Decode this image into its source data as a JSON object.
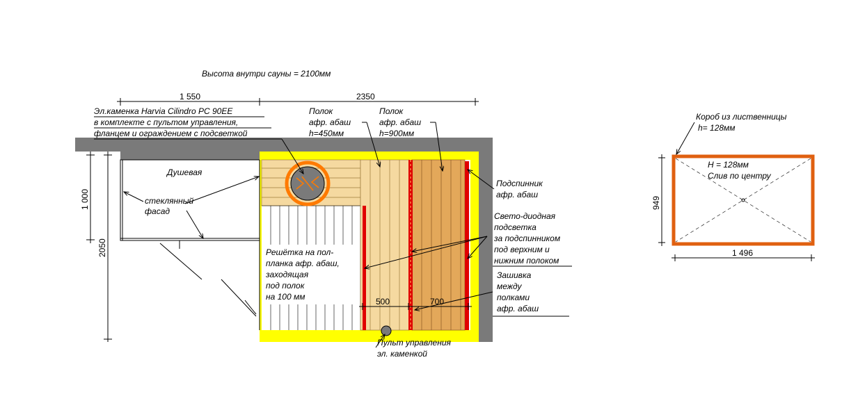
{
  "colors": {
    "wall": "#7a7a7a",
    "yellow": "#ffff00",
    "wood_light": "#f5d9a0",
    "wood_dark": "#e3a85a",
    "led": "#e00000",
    "box": "#e06010",
    "heater_ring": "#ff7a00",
    "heater_body": "#7a7a7a"
  },
  "title": "Высота внутри сауны = 2100мм",
  "dims": {
    "top_left": "1 550",
    "top_right": "2350",
    "left_1000": "1 000",
    "left_2050": "2050",
    "shelf_500": "500",
    "shelf_700": "700",
    "box_width": "1 496",
    "box_height": "949"
  },
  "labels": {
    "heater": [
      "Эл.каменка Harvia Cilindro PC  90EE",
      "в комплекте с пультом управления,",
      "фланцем и ограждением с подсветкой"
    ],
    "shelf450": [
      "Полок",
      "афр. абаш",
      "h=450мм"
    ],
    "shelf900": [
      "Полок",
      "афр. абаш",
      "h=900мм"
    ],
    "shower": "Душевая",
    "glass": [
      "стеклянный",
      "фасад"
    ],
    "grate": [
      "Решётка на пол-",
      "планка афр. абаш,",
      "заходящая",
      "под полок",
      "на 100 мм"
    ],
    "backrest": [
      "Подспинник",
      "афр. абаш"
    ],
    "led": [
      "Свето-диодная",
      "подсветка",
      "за подспинником",
      "под верхним и",
      "нижним полоком"
    ],
    "sheathing": [
      "Зашивка",
      "между",
      "полками",
      "афр. абаш"
    ],
    "control": [
      "Пульт управления",
      "эл. каменкой"
    ],
    "box_title": [
      "Короб из лиственницы",
      "h= 128мм"
    ],
    "box_inner": [
      "H = 128мм",
      "Слив по центру"
    ]
  }
}
